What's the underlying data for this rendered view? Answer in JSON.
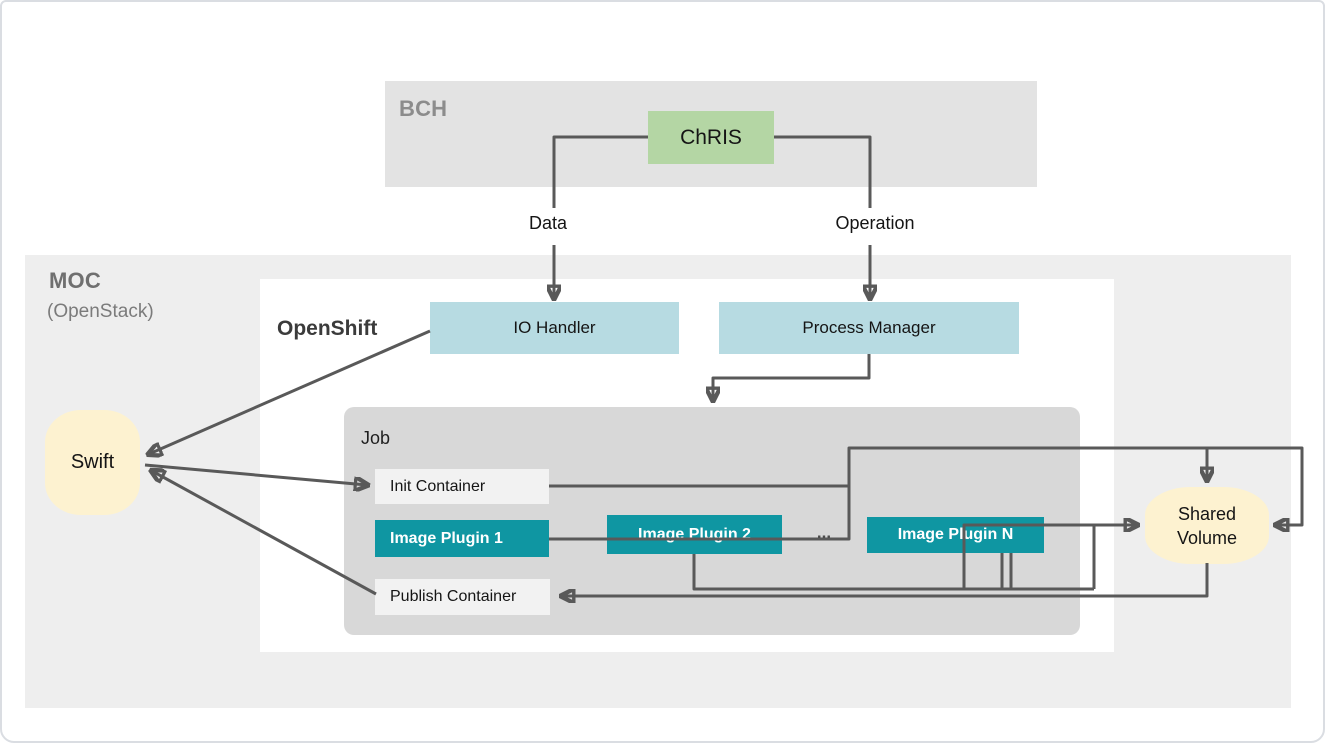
{
  "diagram": {
    "bch": {
      "label": "BCH"
    },
    "moc": {
      "label": "MOC",
      "sublabel": "(OpenStack)"
    },
    "openshift": {
      "label": "OpenShift"
    },
    "job": {
      "label": "Job"
    },
    "chris": {
      "label": "ChRIS"
    },
    "io_handler": {
      "label": "IO Handler"
    },
    "process_manager": {
      "label": "Process Manager"
    },
    "init_container": {
      "label": "Init Container"
    },
    "image_plugin_1": {
      "label": "Image Plugin 1"
    },
    "image_plugin_2": {
      "label": "Image Plugin 2"
    },
    "image_plugin_n": {
      "label": "Image Plugin N"
    },
    "publish_container": {
      "label": "Publish Container"
    },
    "swift": {
      "label": "Swift"
    },
    "shared_volume": {
      "label": "Shared Volume"
    },
    "edges": {
      "data": "Data",
      "operation": "Operation",
      "ellipsis": "..."
    }
  },
  "colors": {
    "bch_bg": "#e3e3e3",
    "moc_bg": "#eeeeee",
    "openshift_bg": "#ffffff",
    "job_bg": "#d8d8d8",
    "node_blue": "#b7dbe2",
    "node_green": "#b4d6a4",
    "node_teal": "#0f96a2",
    "node_light": "#f2f2f2",
    "storage_cream": "#fdf2d0",
    "line": "#595959",
    "label_gray": "#8c8c8c"
  }
}
